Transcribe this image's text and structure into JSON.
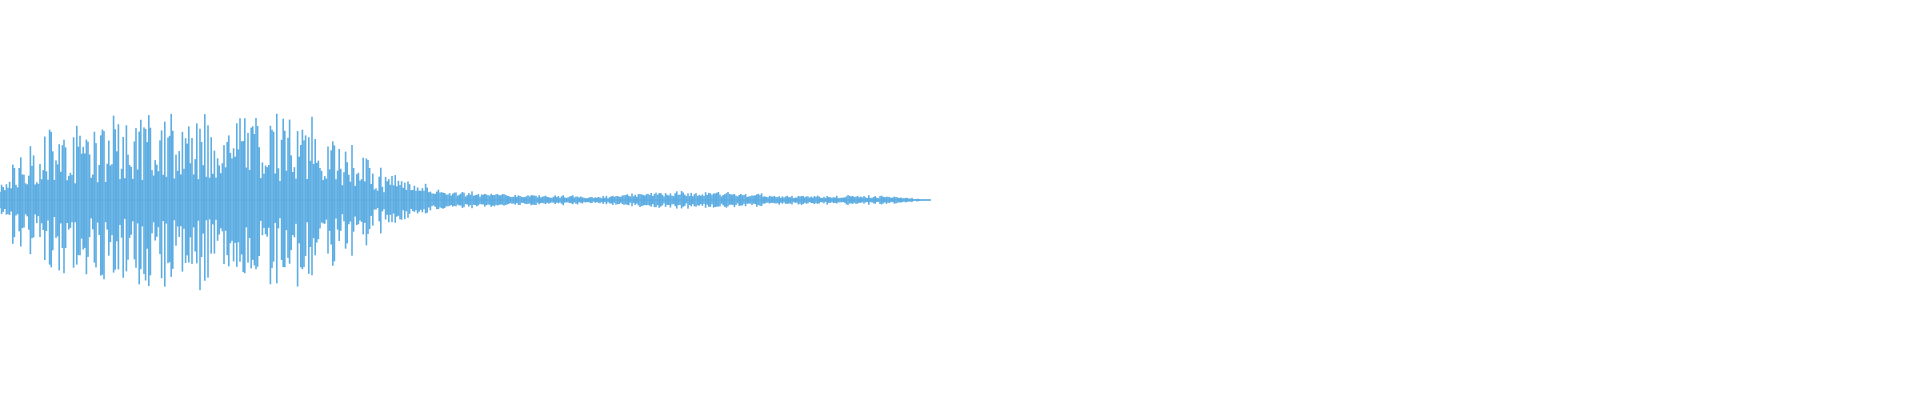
{
  "waveform": {
    "color": "#5DADE2",
    "background": "#FFFFFF",
    "played_fraction": 0.485,
    "peak_envelope": [
      0.36,
      0.62,
      0.74,
      0.78,
      0.82,
      0.86,
      0.84,
      0.82,
      0.8,
      0.68,
      0.36,
      0.18,
      0.1,
      0.07,
      0.05,
      0.05,
      0.04,
      0.06,
      0.08,
      0.08,
      0.07,
      0.05,
      0.04,
      0.05,
      0.04,
      0.0
    ]
  }
}
